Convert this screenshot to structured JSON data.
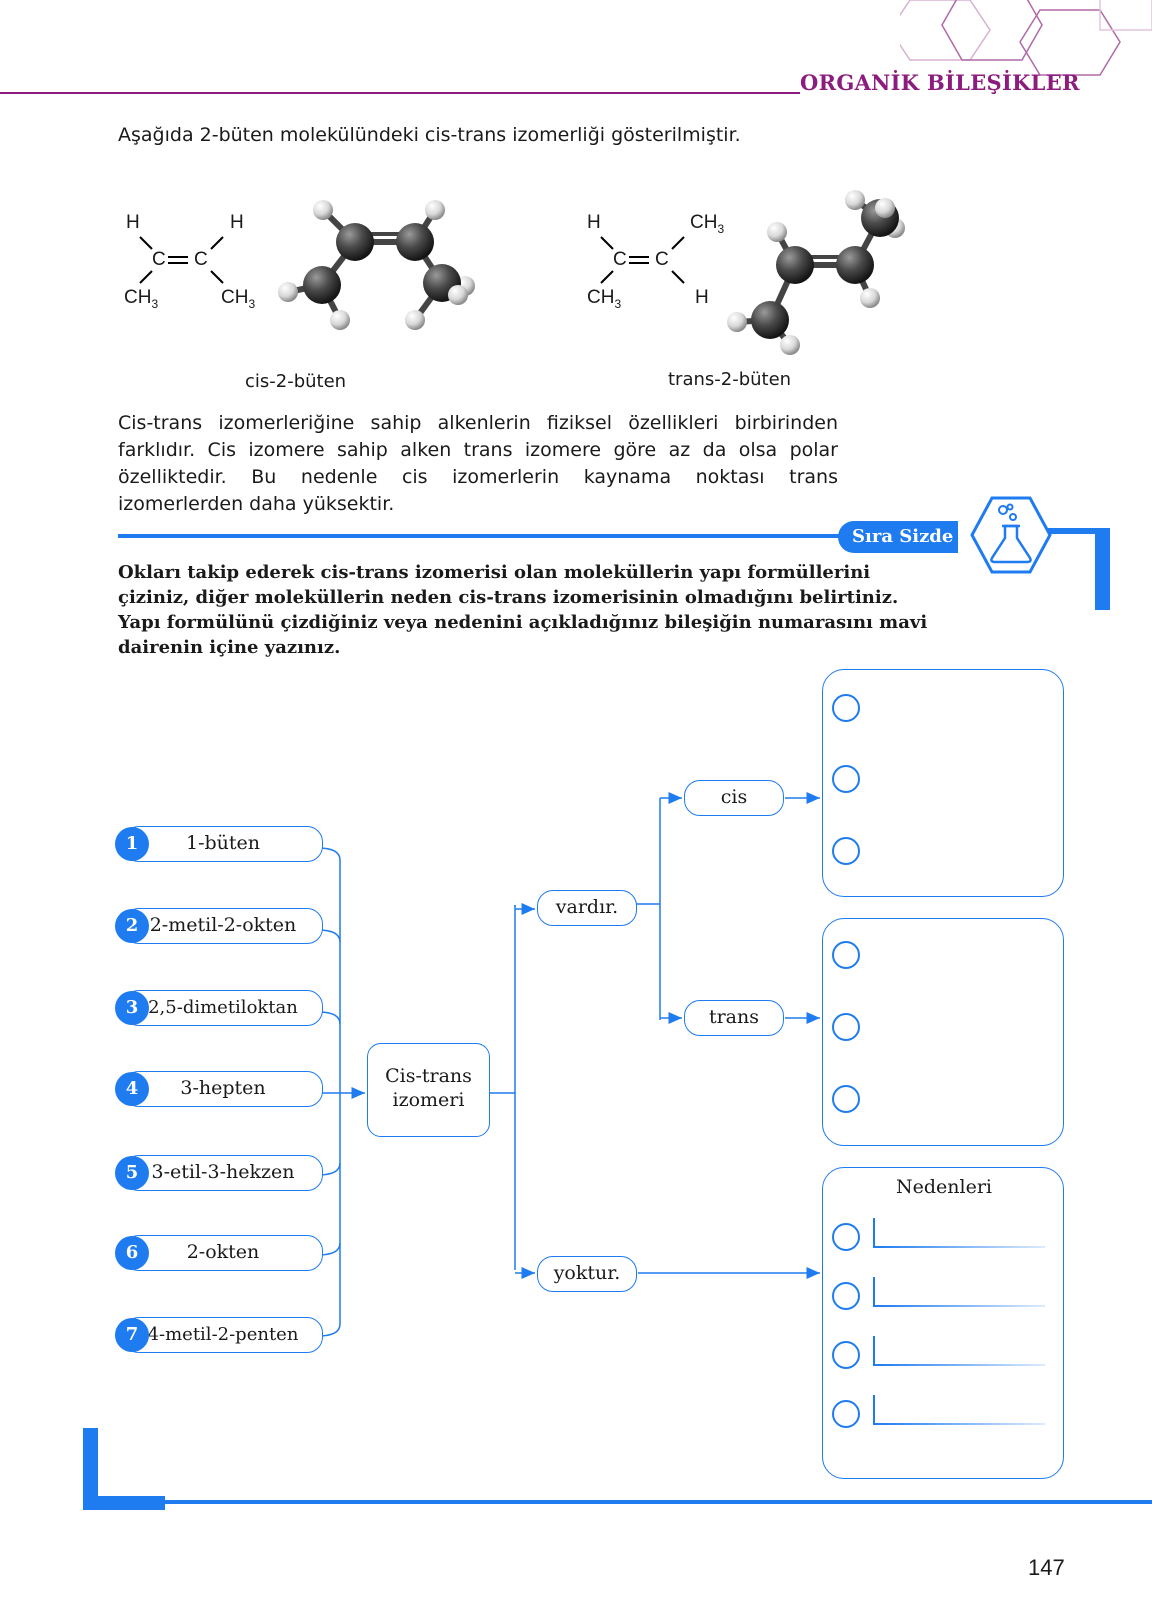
{
  "header": {
    "title": "ORGANİK BİLEŞİKLER"
  },
  "intro": "Aşağıda 2-büten molekülündeki cis-trans izomerliği gösterilmiştir.",
  "cis_structure": {
    "top_left": "H",
    "top_right": "H",
    "c_left": "C",
    "c_right": "C",
    "bottom_left": "CH",
    "bottom_left_sub": "3",
    "bottom_right": "CH",
    "bottom_right_sub": "3",
    "caption": "cis-2-büten"
  },
  "trans_structure": {
    "top_left": "H",
    "top_right": "CH",
    "top_right_sub": "3",
    "c_left": "C",
    "c_right": "C",
    "bottom_left": "CH",
    "bottom_left_sub": "3",
    "bottom_right": "H",
    "caption": "trans-2-büten"
  },
  "explanation": "Cis-trans izomerleriğine sahip alkenlerin fiziksel özellikleri birbirinden farklıdır. Cis izomere sahip alken trans izomere göre az da olsa polar özelliktedir. Bu nedenle cis izomerlerin kaynama noktası trans izomerlerden daha yüksektir.",
  "section": {
    "badge": "Sıra Sizde",
    "icon": "flask-icon"
  },
  "task": "Okları takip ederek cis-trans izomerisi olan moleküllerin yapı formüllerini çiziniz, diğer moleküllerin neden cis-trans izomerisinin olmadığını belirtiniz. Yapı formülünü çizdiğiniz veya nedenini açıkladığınız bileşiğin numarasını mavi dairenin içine yazınız.",
  "compounds": [
    {
      "number": "1",
      "name": "1-büten"
    },
    {
      "number": "2",
      "name": "2-metil-2-okten"
    },
    {
      "number": "3",
      "name": "2,5-dimetiloktan"
    },
    {
      "number": "4",
      "name": "3-hepten"
    },
    {
      "number": "5",
      "name": "3-etil-3-hekzen"
    },
    {
      "number": "6",
      "name": "2-okten"
    },
    {
      "number": "7",
      "name": "4-metil-2-penten"
    }
  ],
  "flow": {
    "center": "Cis-trans izomeri",
    "yes": "vardır.",
    "no": "yoktur.",
    "cis": "cis",
    "trans": "trans",
    "reasons_title": "Nedenleri"
  },
  "colors": {
    "accent": "#1e7bf0",
    "header": "#8c1d7e"
  },
  "page_number": "147"
}
